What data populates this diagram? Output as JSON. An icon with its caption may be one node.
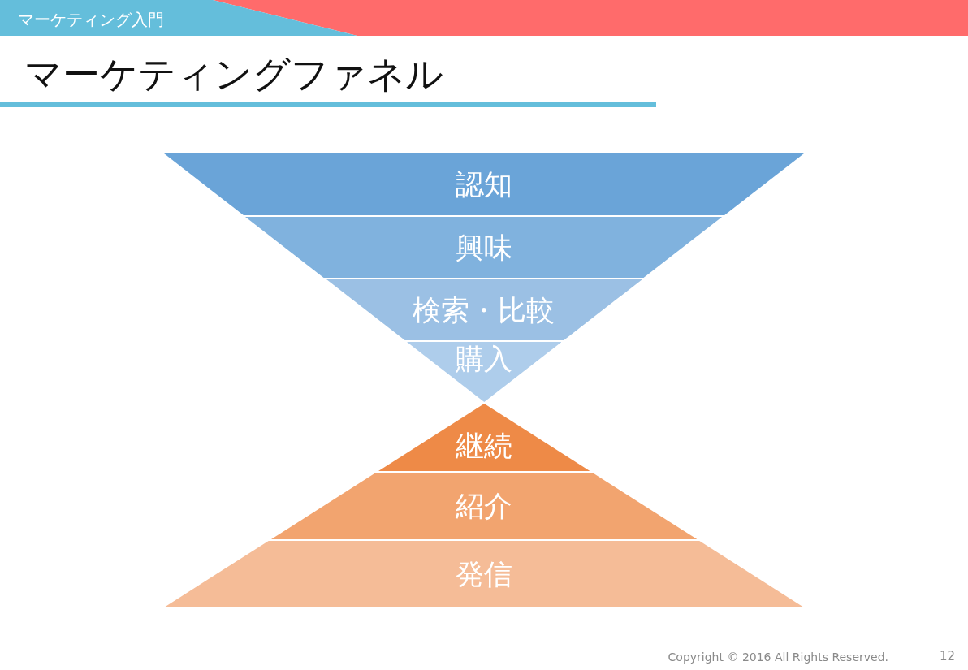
{
  "diagram": {
    "title": "マーケティングファネル",
    "nodes": [
      {
        "text": [
          "認知"
        ]
      },
      {
        "text": [
          "興味"
        ]
      },
      {
        "text": [
          "検索・比較"
        ]
      },
      {
        "text": [
          "購入"
        ]
      },
      {
        "text": [
          "継続"
        ]
      },
      {
        "text": [
          "紹介"
        ]
      },
      {
        "text": [
          "発信"
        ]
      }
    ],
    "labels": [
      "マーケティング入門",
      "Copyright © 2016 All Rights Reserved.",
      "12"
    ]
  }
}
